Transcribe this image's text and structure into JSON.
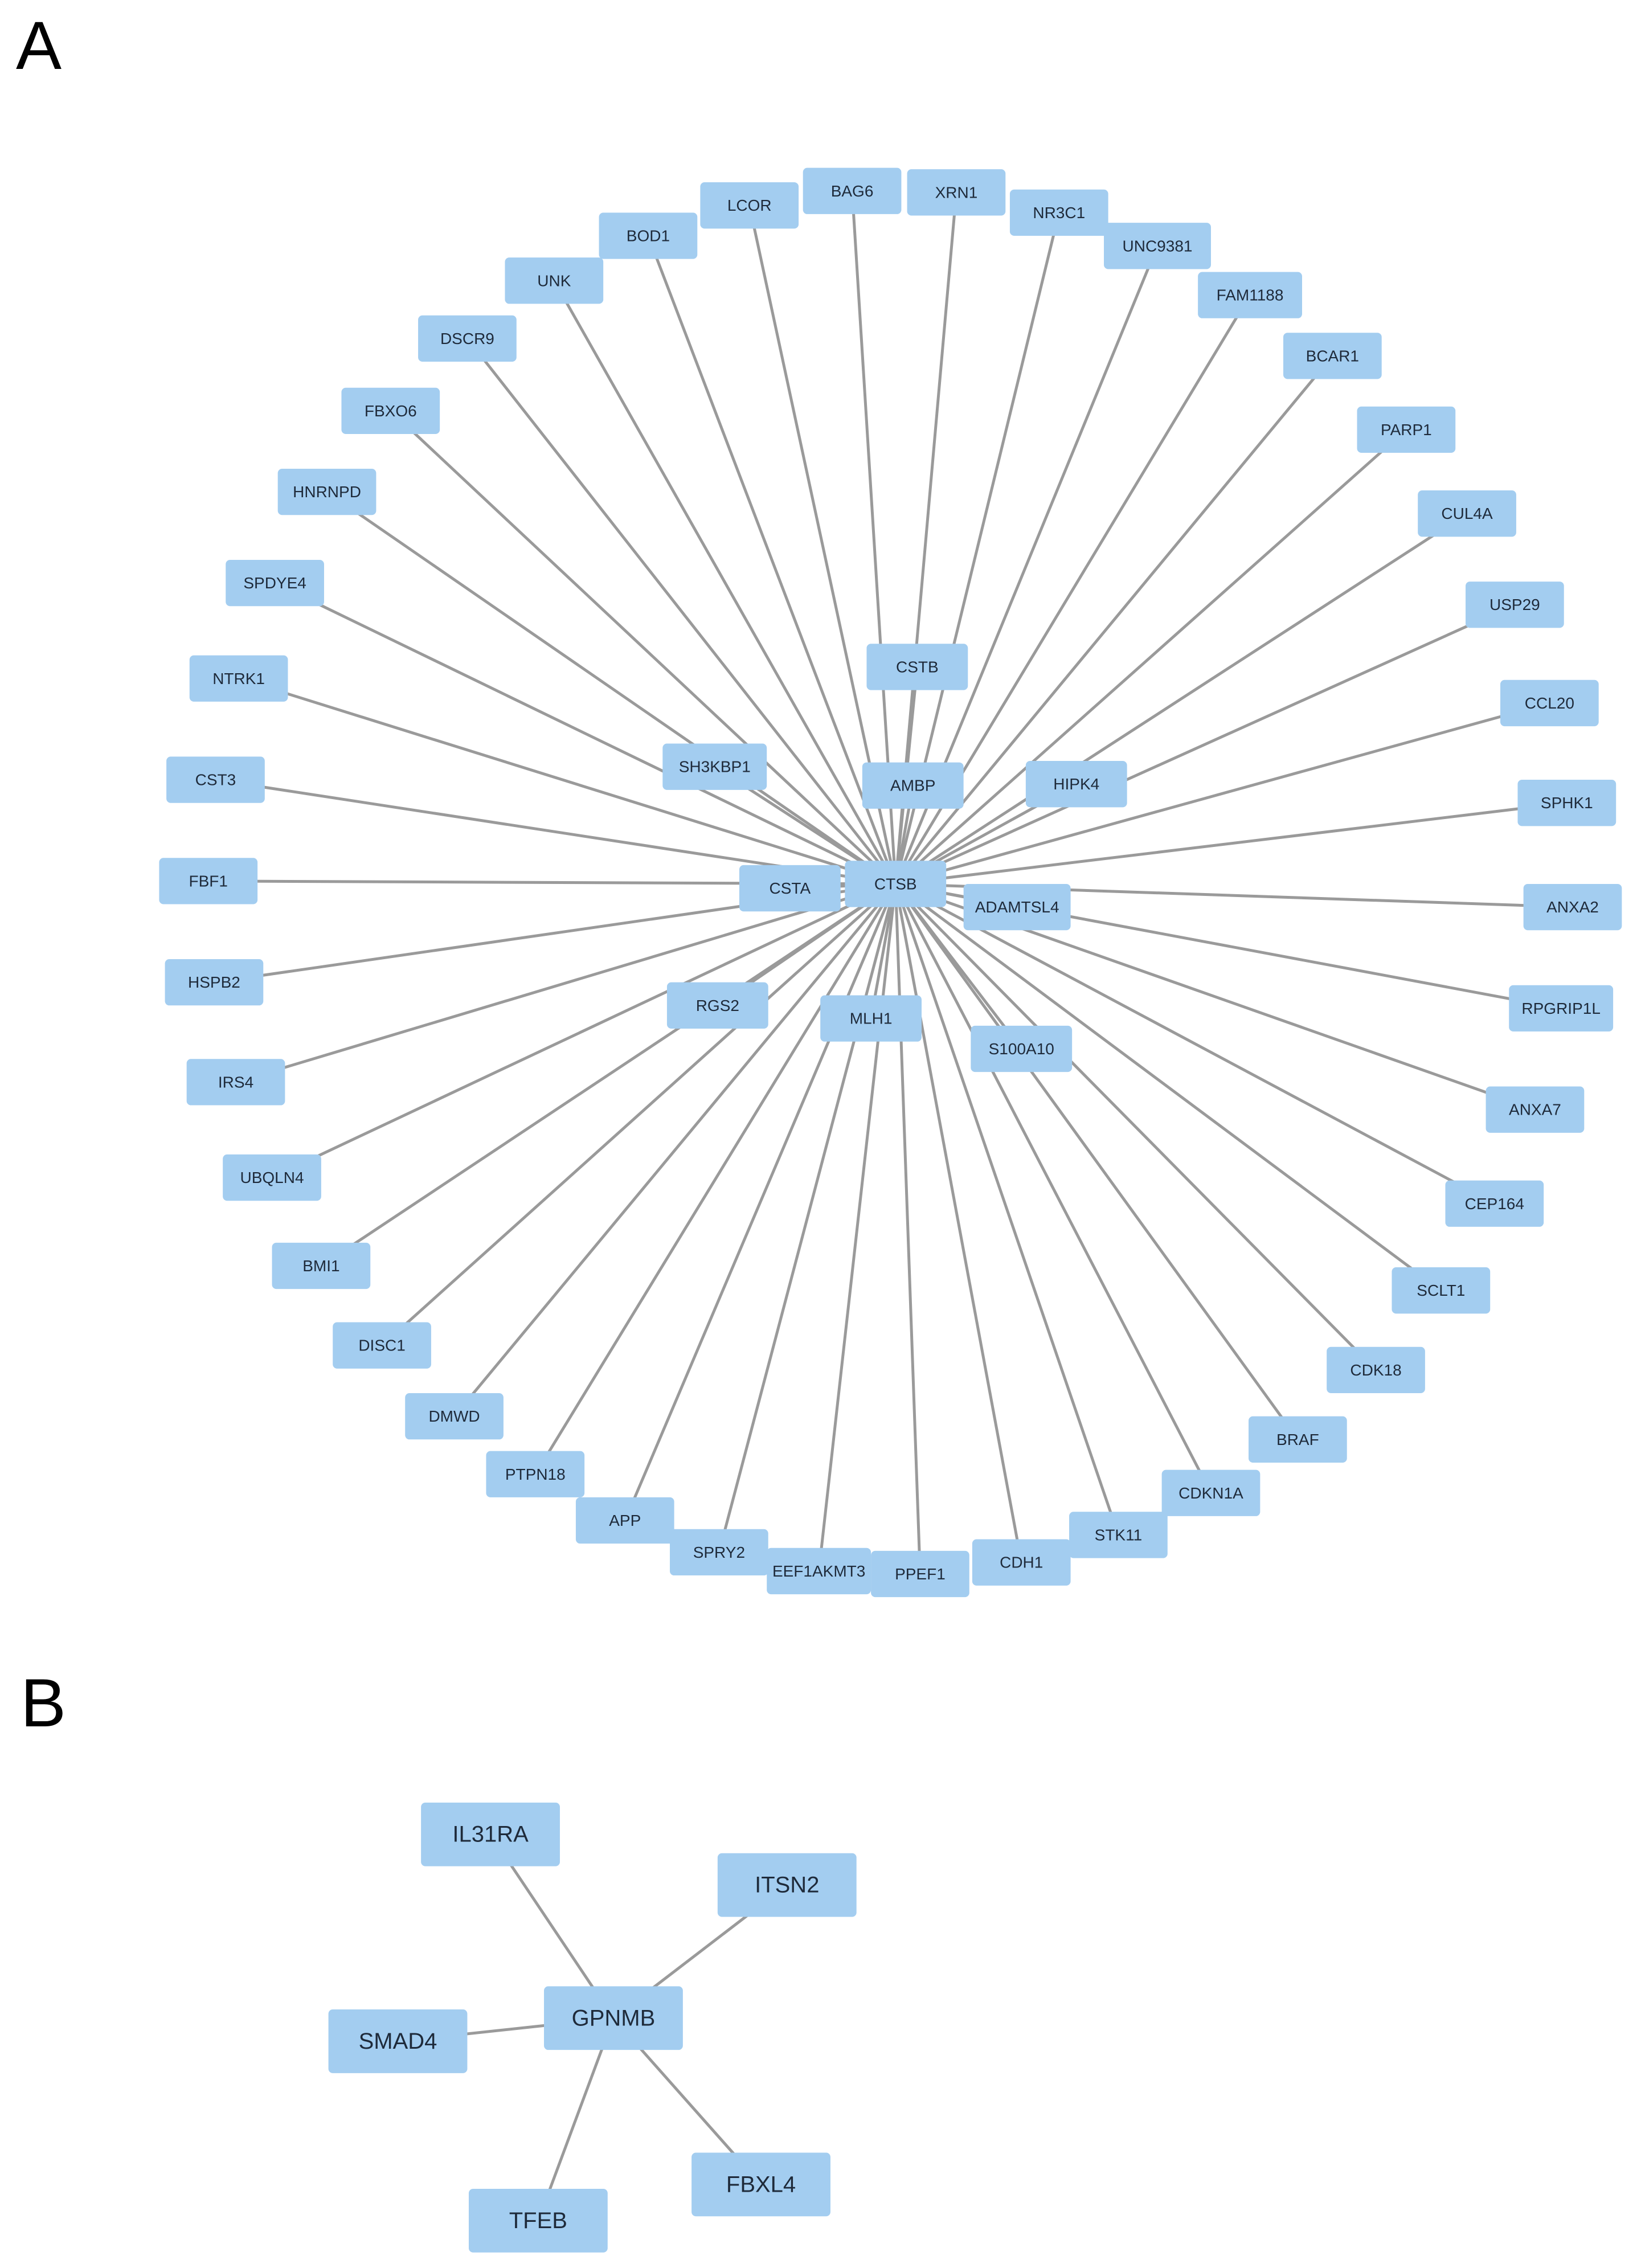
{
  "panels": [
    {
      "label": "A",
      "nodes": [
        "BAG6",
        "XRN1",
        "NR3C1",
        "UNC9381",
        "FAM1188",
        "BCAR1",
        "PARP1",
        "CUL4A",
        "USP29",
        "CCL20",
        "SPHK1",
        "ANXA2",
        "RPGRIP1L",
        "ANXA7",
        "CEP164",
        "SCLT1",
        "CDK18",
        "BRAF",
        "CDKN1A",
        "STK11",
        "CDH1",
        "PPEF1",
        "EEF1AKMT3",
        "SPRY2",
        "APP",
        "PTPN18",
        "DMWD",
        "DISC1",
        "BMI1",
        "UBQLN4",
        "IRS4",
        "HSPB2",
        "FBF1",
        "CST3",
        "NTRK1",
        "SPDYE4",
        "HNRNPD",
        "FBXO6",
        "DSCR9",
        "UNK",
        "BOD1",
        "LCOR",
        "CSTB",
        "AMBP",
        "HIPK4",
        "SH3KBP1",
        "CSTA",
        "CTSB",
        "ADAMTSL4",
        "RGS2",
        "MLH1",
        "S100A10"
      ],
      "edges": [
        [
          "CTSB",
          "BAG6"
        ],
        [
          "CTSB",
          "XRN1"
        ],
        [
          "CTSB",
          "NR3C1"
        ],
        [
          "CTSB",
          "UNC9381"
        ],
        [
          "CTSB",
          "FAM1188"
        ],
        [
          "CTSB",
          "BCAR1"
        ],
        [
          "CTSB",
          "PARP1"
        ],
        [
          "CTSB",
          "CUL4A"
        ],
        [
          "CTSB",
          "USP29"
        ],
        [
          "CTSB",
          "CCL20"
        ],
        [
          "CTSB",
          "SPHK1"
        ],
        [
          "CTSB",
          "ANXA2"
        ],
        [
          "CTSB",
          "RPGRIP1L"
        ],
        [
          "CTSB",
          "ANXA7"
        ],
        [
          "CTSB",
          "CEP164"
        ],
        [
          "CTSB",
          "SCLT1"
        ],
        [
          "CTSB",
          "CDK18"
        ],
        [
          "CTSB",
          "BRAF"
        ],
        [
          "CTSB",
          "CDKN1A"
        ],
        [
          "CTSB",
          "STK11"
        ],
        [
          "CTSB",
          "CDH1"
        ],
        [
          "CTSB",
          "PPEF1"
        ],
        [
          "CTSB",
          "EEF1AKMT3"
        ],
        [
          "CTSB",
          "SPRY2"
        ],
        [
          "CTSB",
          "APP"
        ],
        [
          "CTSB",
          "PTPN18"
        ],
        [
          "CTSB",
          "DMWD"
        ],
        [
          "CTSB",
          "DISC1"
        ],
        [
          "CTSB",
          "BMI1"
        ],
        [
          "CTSB",
          "UBQLN4"
        ],
        [
          "CTSB",
          "IRS4"
        ],
        [
          "CTSB",
          "HSPB2"
        ],
        [
          "CTSB",
          "FBF1"
        ],
        [
          "CTSB",
          "CST3"
        ],
        [
          "CTSB",
          "NTRK1"
        ],
        [
          "CTSB",
          "SPDYE4"
        ],
        [
          "CTSB",
          "HNRNPD"
        ],
        [
          "CTSB",
          "FBXO6"
        ],
        [
          "CTSB",
          "DSCR9"
        ],
        [
          "CTSB",
          "UNK"
        ],
        [
          "CTSB",
          "BOD1"
        ],
        [
          "CTSB",
          "LCOR"
        ],
        [
          "CTSB",
          "CSTB"
        ],
        [
          "CTSB",
          "AMBP"
        ],
        [
          "CTSB",
          "HIPK4"
        ],
        [
          "CTSB",
          "SH3KBP1"
        ],
        [
          "CTSB",
          "CSTA"
        ],
        [
          "CTSB",
          "ADAMTSL4"
        ],
        [
          "CTSB",
          "RGS2"
        ],
        [
          "CTSB",
          "MLH1"
        ],
        [
          "CTSB",
          "S100A10"
        ]
      ]
    },
    {
      "label": "B",
      "nodes": [
        "IL31RA",
        "ITSN2",
        "GPNMB",
        "SMAD4",
        "FBXL4",
        "TFEB"
      ],
      "edges": [
        [
          "GPNMB",
          "IL31RA"
        ],
        [
          "GPNMB",
          "ITSN2"
        ],
        [
          "GPNMB",
          "SMAD4"
        ],
        [
          "GPNMB",
          "FBXL4"
        ],
        [
          "GPNMB",
          "TFEB"
        ]
      ]
    }
  ],
  "colors": {
    "node_fill": "#a3cdf0",
    "edge": "#9a9a9a",
    "label": "#1e2a3a"
  }
}
